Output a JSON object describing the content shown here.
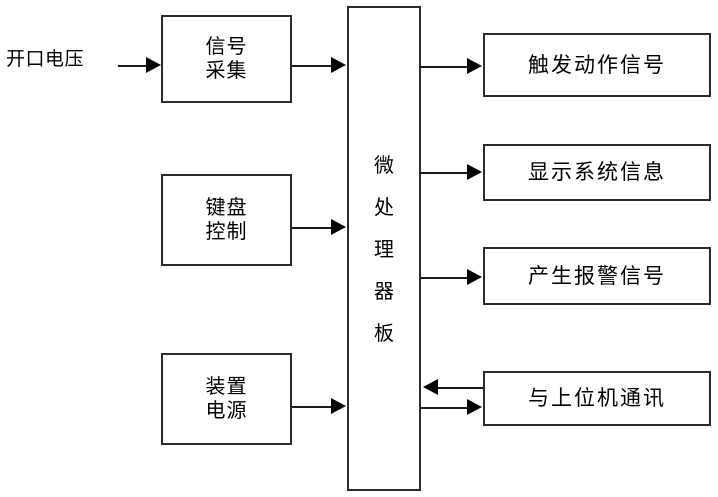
{
  "diagram": {
    "title_text": "",
    "background_color": "#ffffff",
    "line_color": "#1c1c1c",
    "border_color": "#2b2b2b",
    "text_color": "#000000",
    "external_input": {
      "label": "开口电压"
    },
    "left_blocks": [
      {
        "id": "signal-acquisition",
        "label": "信号\n采集"
      },
      {
        "id": "keypad-control",
        "label": "键盘\n控制"
      },
      {
        "id": "device-power",
        "label": "装置\n电源"
      }
    ],
    "center_block": {
      "id": "microprocessor-board",
      "label": "微\n处\n理\n器\n板"
    },
    "right_blocks": [
      {
        "id": "trigger-action-signal",
        "label": "触发动作信号",
        "direction": "out"
      },
      {
        "id": "display-system-info",
        "label": "显示系统信息",
        "direction": "out"
      },
      {
        "id": "generate-alarm-signal",
        "label": "产生报警信号",
        "direction": "out"
      },
      {
        "id": "host-computer-comm",
        "label": "与上位机通讯",
        "direction": "bidirectional"
      }
    ]
  }
}
